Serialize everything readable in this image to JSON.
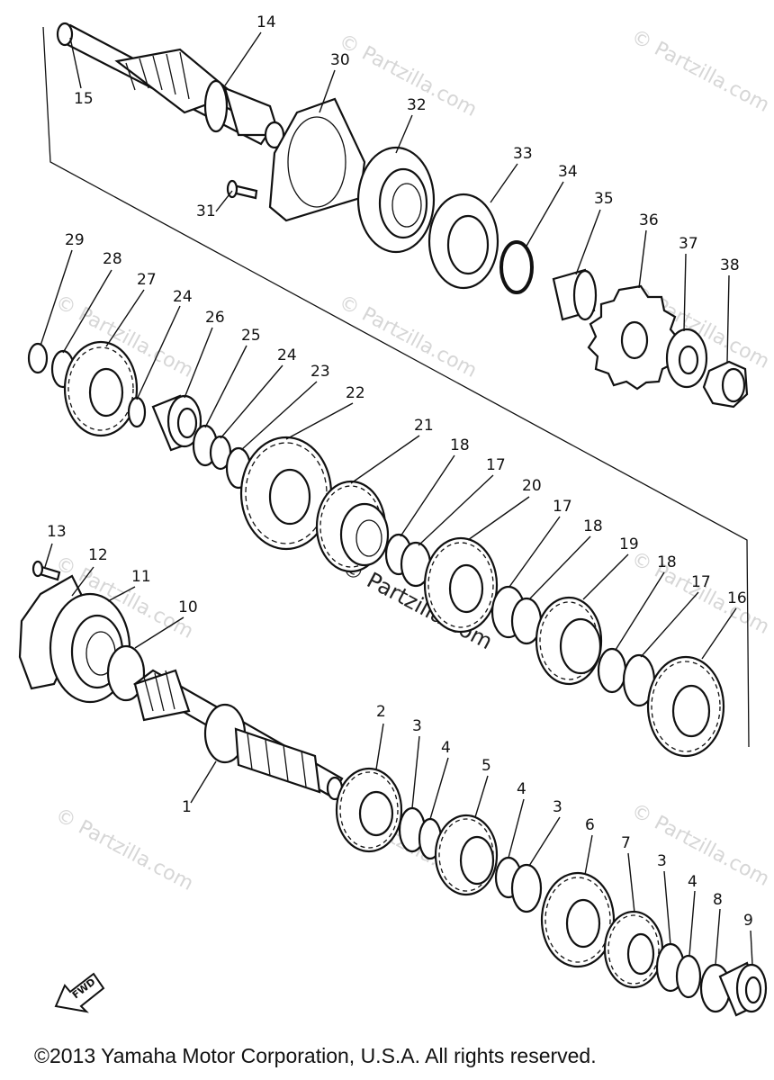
{
  "diagram": {
    "callouts": [
      "1",
      "2",
      "3",
      "4",
      "5",
      "6",
      "7",
      "8",
      "9",
      "10",
      "11",
      "12",
      "13",
      "14",
      "15",
      "16",
      "17",
      "18",
      "19",
      "20",
      "21",
      "22",
      "23",
      "24",
      "25",
      "26",
      "27",
      "28",
      "29",
      "30",
      "31",
      "32",
      "33",
      "34",
      "35",
      "36",
      "37",
      "38"
    ],
    "watermark": "© Partzilla.com",
    "watermark_center": "© Partzilla.com",
    "fwd_label": "FWD",
    "copyright": "©2013 Yamaha Motor Corporation, U.S.A. All rights reserved."
  }
}
